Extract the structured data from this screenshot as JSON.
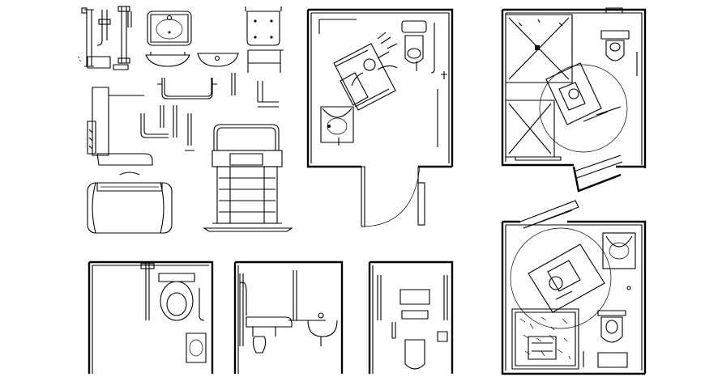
{
  "drawing": {
    "description_visible_text": "",
    "stroke_color": "#000000",
    "background_color": "#ffffff",
    "panels": [
      "grab-bar-set",
      "washbasin-set",
      "shower-seat-set",
      "bathtub-lift-set",
      "accessible-bathroom-plan-a",
      "accessible-bathroom-plan-b",
      "accessible-bathroom-plan-c",
      "toilet-elevation-a",
      "basin-elevation-b",
      "urinal-elevation-c"
    ]
  }
}
